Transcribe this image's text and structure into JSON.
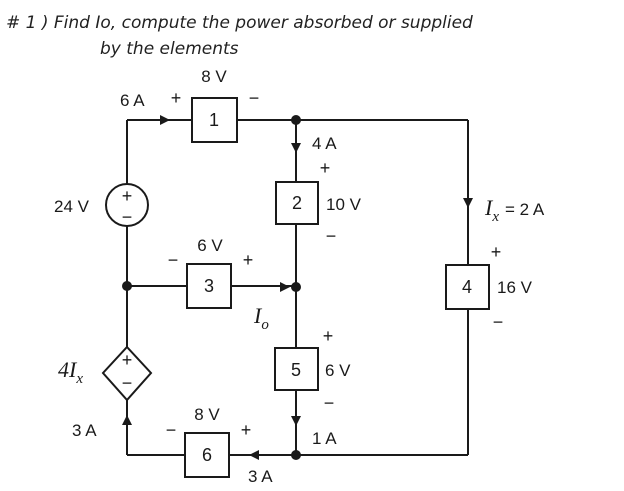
{
  "problem": {
    "line1": "# 1 ) Find Io, compute the power absorbed or supplied",
    "line2": "by the elements"
  },
  "elements": [
    {
      "id": "1",
      "voltage": "8 V",
      "plus": "+",
      "minus": "−"
    },
    {
      "id": "2",
      "voltage": "10 V",
      "plus": "+",
      "minus": "−"
    },
    {
      "id": "3",
      "voltage": "6 V",
      "plus": "+",
      "minus": "−"
    },
    {
      "id": "4",
      "voltage": "16 V",
      "plus": "+",
      "minus": "−"
    },
    {
      "id": "5",
      "voltage": "6 V",
      "plus": "+",
      "minus": "−"
    },
    {
      "id": "6",
      "voltage": "8 V",
      "plus": "+",
      "minus": "−"
    }
  ],
  "sources": {
    "independent": {
      "voltage": "24 V",
      "plus": "+",
      "minus": "−"
    },
    "dependent": {
      "coef": "4",
      "var": "I",
      "sub": "x",
      "plus": "+",
      "minus": "−"
    }
  },
  "currents": {
    "top_left": "6 A",
    "el2": "4 A",
    "ix_var": "I",
    "ix_sub": "x",
    "ix_value": "= 2 A",
    "io_var": "I",
    "io_sub": "o",
    "el5": "1 A",
    "bottom_left": "3 A",
    "bottom_mid": "3 A"
  }
}
